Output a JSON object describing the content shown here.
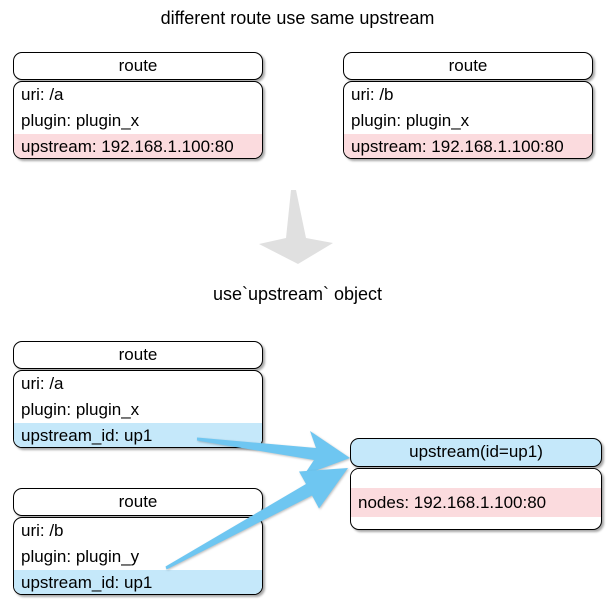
{
  "title": "different route use same upstream",
  "subtitle": "use`upstream` object",
  "colors": {
    "highlight_pink": "#fbdbde",
    "highlight_blue": "#c5e8fa",
    "arrow_blue": "#6ec6f1",
    "arrow_gray": "#e0e0e0",
    "box_border": "#000000"
  },
  "top_routes": [
    {
      "header": "route",
      "rows": [
        {
          "text": "uri: /a",
          "highlight": "none"
        },
        {
          "text": "plugin: plugin_x",
          "highlight": "none"
        },
        {
          "text": "upstream: 192.168.1.100:80",
          "highlight": "pink"
        }
      ]
    },
    {
      "header": "route",
      "rows": [
        {
          "text": "uri: /b",
          "highlight": "none"
        },
        {
          "text": "plugin: plugin_x",
          "highlight": "none"
        },
        {
          "text": "upstream: 192.168.1.100:80",
          "highlight": "pink"
        }
      ]
    }
  ],
  "bottom_routes": [
    {
      "header": "route",
      "rows": [
        {
          "text": "uri: /a",
          "highlight": "none"
        },
        {
          "text": "plugin: plugin_x",
          "highlight": "none"
        },
        {
          "text": "upstream_id: up1",
          "highlight": "blue"
        }
      ]
    },
    {
      "header": "route",
      "rows": [
        {
          "text": "uri: /b",
          "highlight": "none"
        },
        {
          "text": "plugin: plugin_y",
          "highlight": "none"
        },
        {
          "text": "upstream_id: up1",
          "highlight": "blue"
        }
      ]
    }
  ],
  "upstream": {
    "header": "upstream(id=up1)",
    "rows": [
      {
        "text": "nodes: 192.168.1.100:80",
        "highlight": "pink"
      }
    ]
  }
}
